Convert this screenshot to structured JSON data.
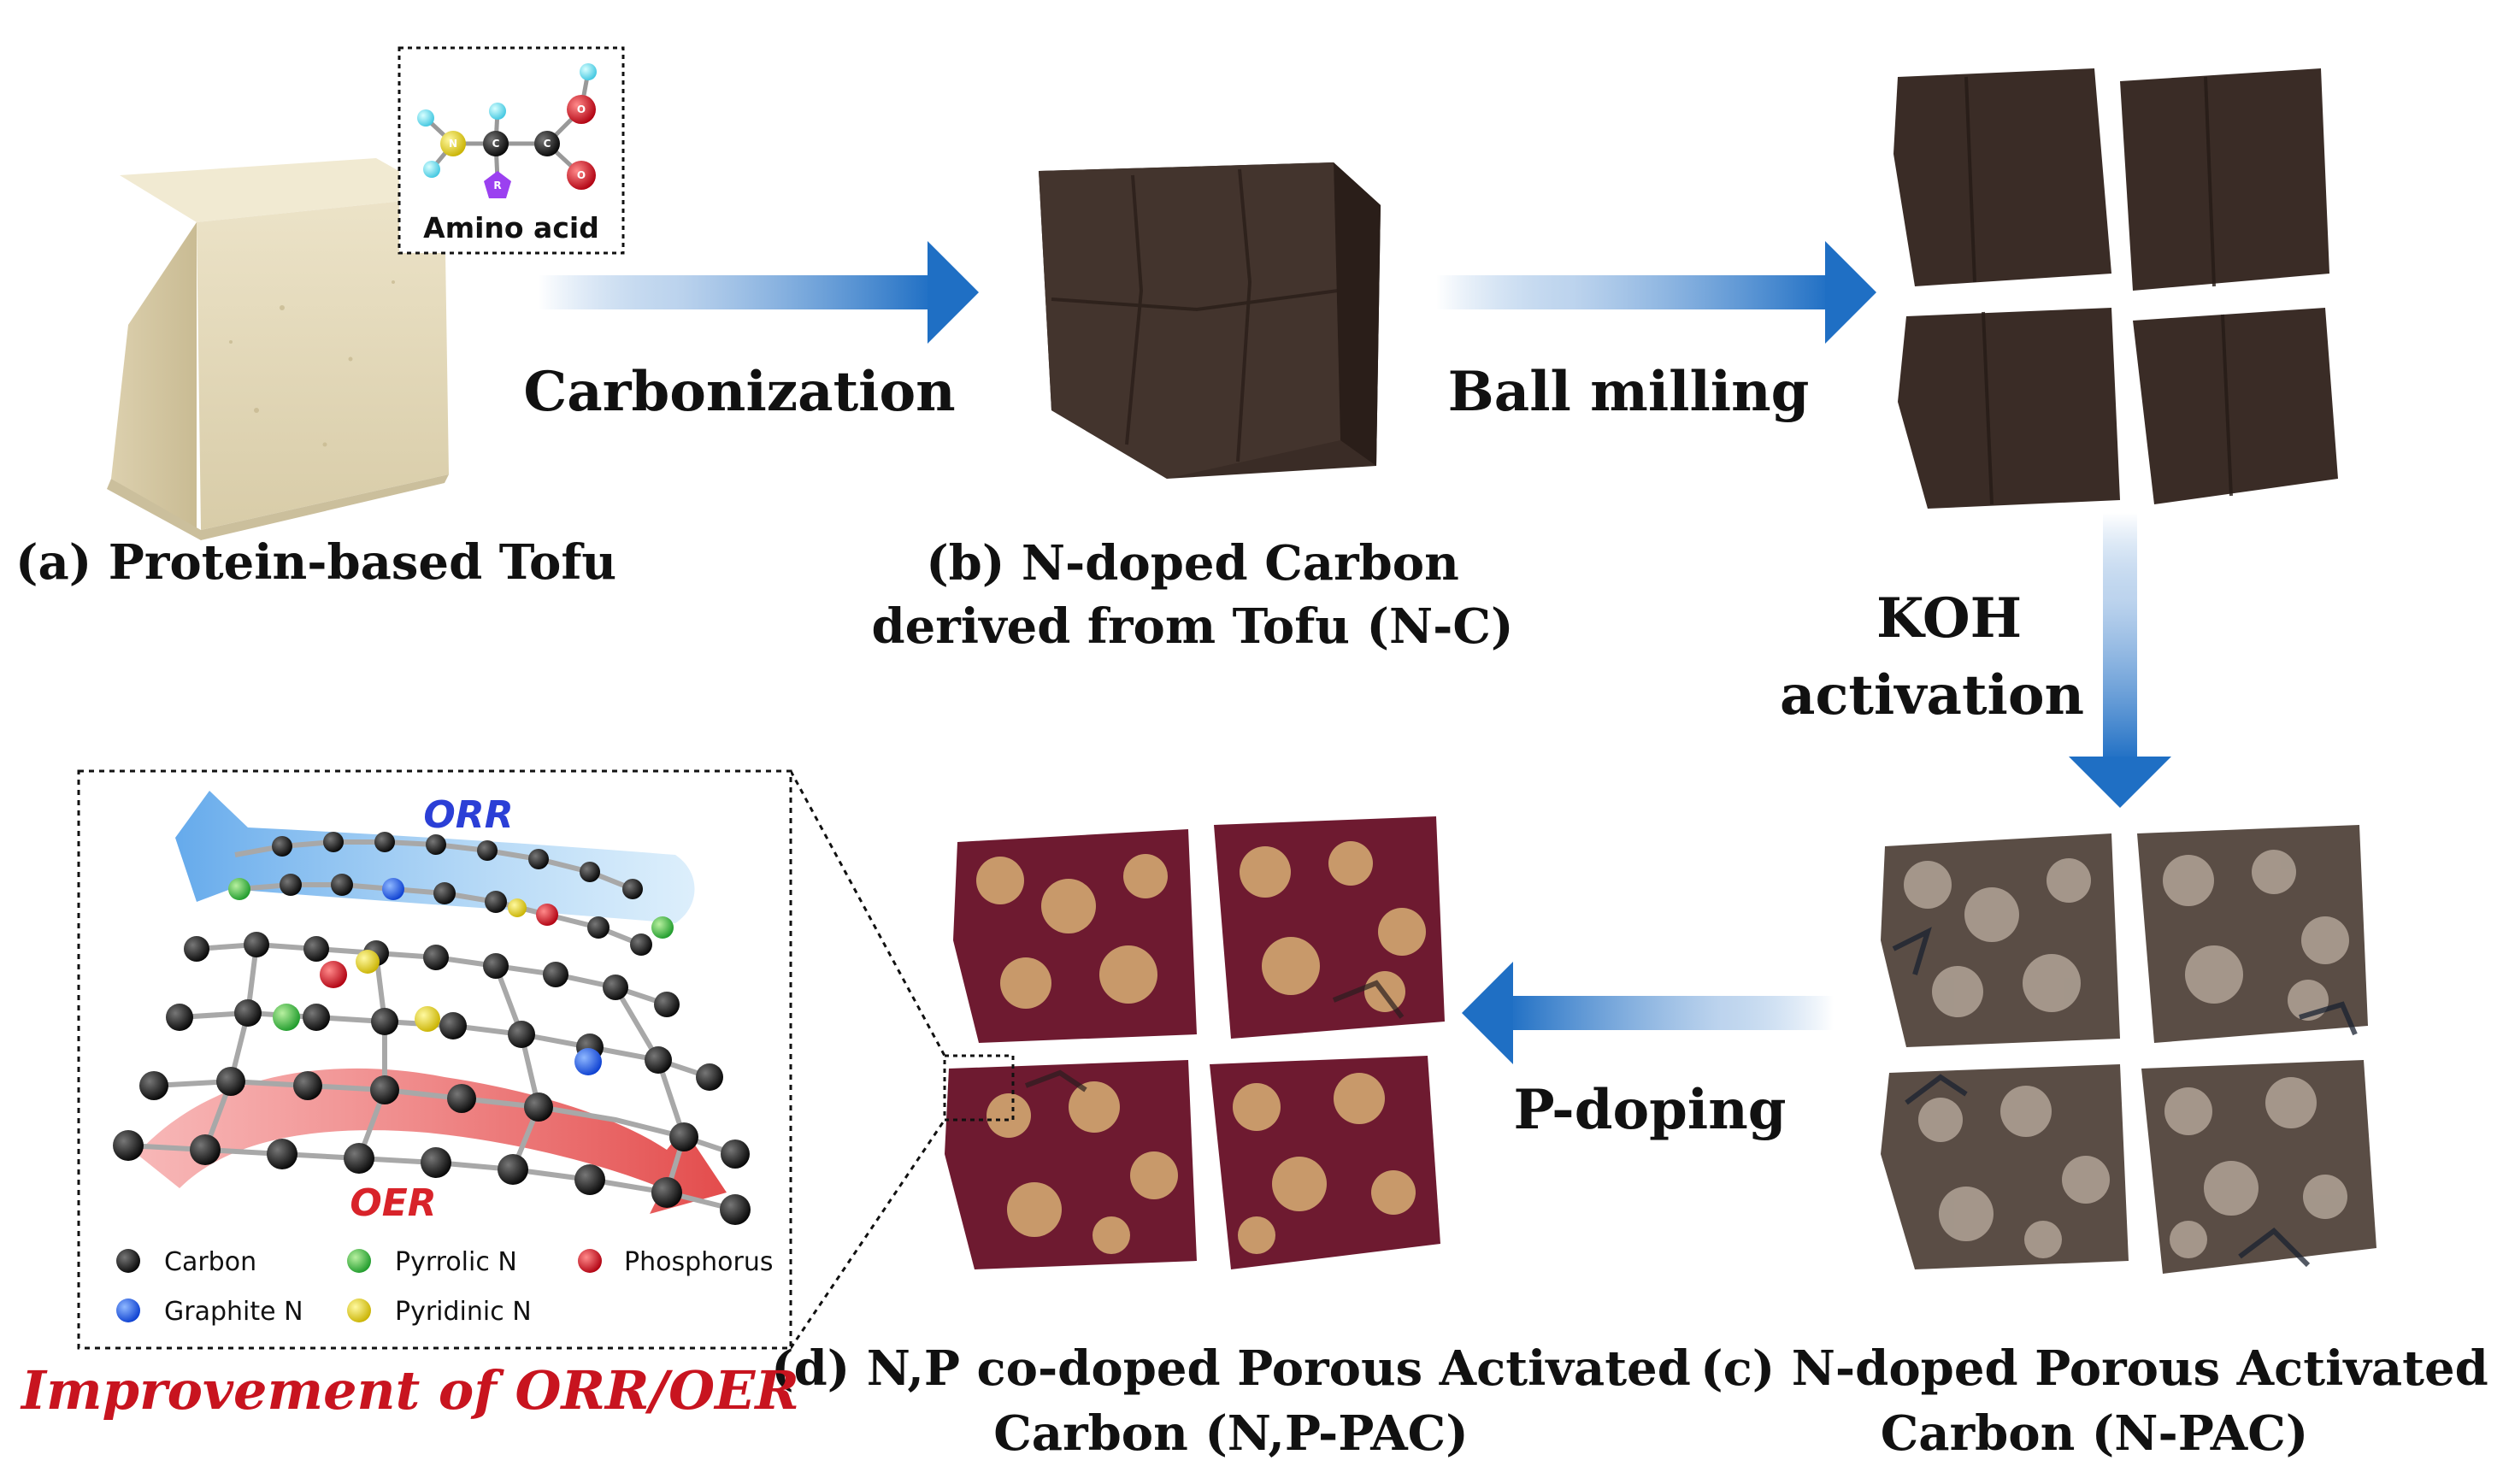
{
  "process": {
    "step_carbonization": "Carbonization",
    "step_ball_milling": "Ball milling",
    "step_koh_line1": "KOH",
    "step_koh_line2": "activation",
    "step_p_doping": "P-doping"
  },
  "captions": {
    "a": "(a) Protein-based Tofu",
    "b_line1": "(b) N-doped Carbon",
    "b_line2": "derived from Tofu (N-C)",
    "c_line1": "(c) N-doped Porous Activated",
    "c_line2": "Carbon (N-PAC)",
    "d_line1": "(d) N,P co-doped Porous Activated",
    "d_line2": "Carbon (N,P-PAC)"
  },
  "amino_acid": {
    "label": "Amino acid",
    "atoms": {
      "n": "N",
      "c1": "C",
      "c2": "C",
      "o1": "O",
      "o2": "O",
      "r": "R"
    }
  },
  "inset": {
    "orr_label": "ORR",
    "oer_label": "OER",
    "legend": {
      "carbon": "Carbon",
      "graphite_n": "Graphite N",
      "pyrrolic_n": "Pyrrolic N",
      "pyridinic_n": "Pyridinic N",
      "phosphorus": "Phosphorus"
    }
  },
  "footer": {
    "improvement": "Improvement of ORR/OER"
  },
  "colors": {
    "arrow_blue": "#1f6fc4",
    "carbon_dark": "#3a2c26",
    "npac_gray": "#8d8077",
    "nppac_maroon": "#6e1a30",
    "pore_tan": "#c8996a",
    "orr_blue": "#2b3fd6",
    "oer_red": "#d8232a",
    "improvement_red": "#c8141f",
    "tofu": "#e6dcc0"
  }
}
